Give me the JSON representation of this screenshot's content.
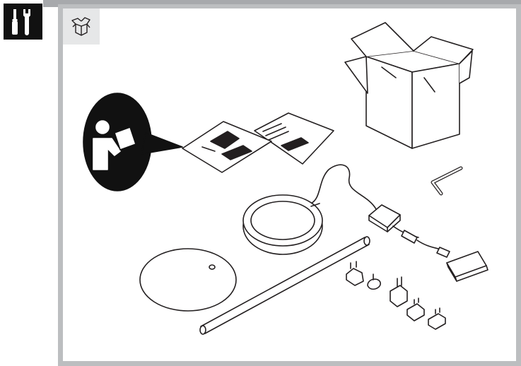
{
  "page": {
    "header": {
      "tools_icon": "wrench-screwdriver-icon",
      "package_icon": "open-box-icon"
    },
    "illustration": {
      "parts": [
        "cardboard-box",
        "instruction-manual",
        "read-manual-pictogram",
        "allen-key",
        "ring-lamp-head",
        "power-adapter",
        "cable",
        "round-base-plate",
        "stand-pole",
        "plug-adapters"
      ]
    },
    "colors": {
      "badge": "#111111",
      "frame": "#bcbec0",
      "tab": "#e6e7e8",
      "line": "#231f20"
    }
  }
}
